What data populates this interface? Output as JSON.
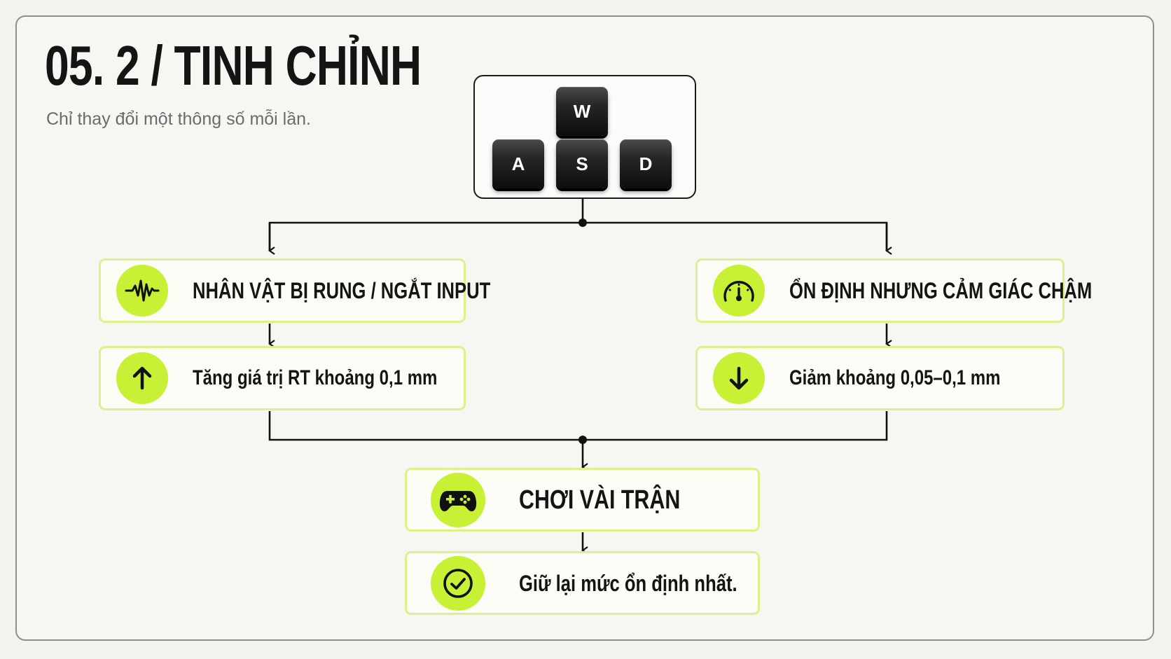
{
  "header": {
    "title": "05. 2 / TINH CHỈNH",
    "subtitle": "Chỉ thay đổi một thông số mỗi lần."
  },
  "keys": [
    "W",
    "A",
    "S",
    "D"
  ],
  "left_branch": {
    "problem": {
      "label": "NHÂN VẬT BỊ RUNG / NGẮT INPUT",
      "icon": "waveform-icon"
    },
    "action": {
      "label": "Tăng giá trị RT khoảng 0,1 mm",
      "icon": "arrow-up-icon"
    }
  },
  "right_branch": {
    "problem": {
      "label": "ỔN ĐỊNH NHƯNG CẢM GIÁC CHẬM",
      "icon": "speedometer-icon"
    },
    "action": {
      "label": "Giảm khoảng 0,05–0,1 mm",
      "icon": "arrow-down-icon"
    }
  },
  "test": {
    "label": "CHƠI VÀI TRẬN",
    "icon": "gamepad-icon"
  },
  "result": {
    "label": "Giữ lại mức ổn định nhất.",
    "icon": "check-circle-icon"
  },
  "colors": {
    "accent": "#c8f034",
    "node_border": "#d9f28c",
    "ink": "#141414",
    "background": "#f3f2ee"
  }
}
